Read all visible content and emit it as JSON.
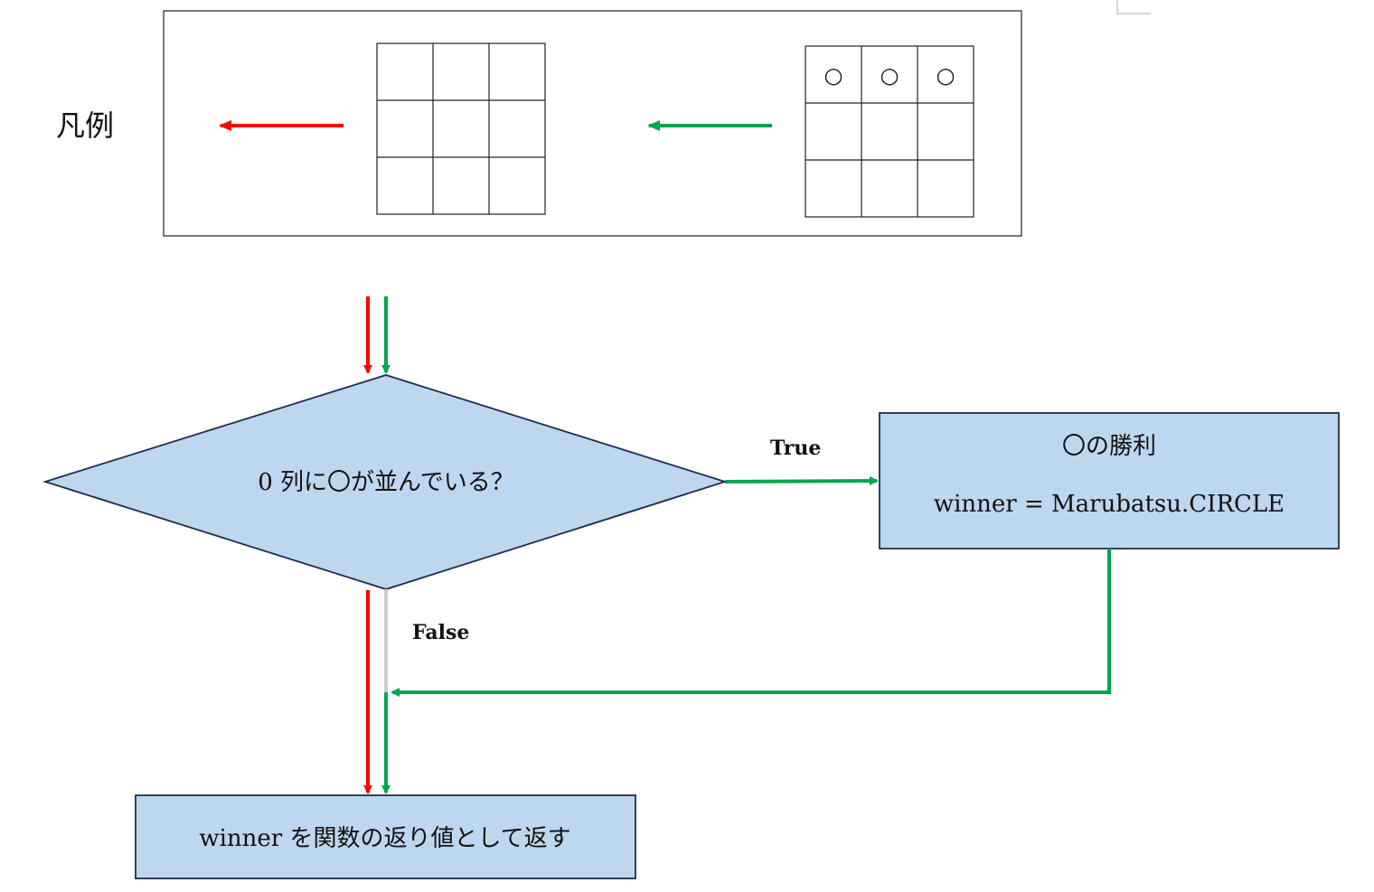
{
  "legend": {
    "title": "凡例",
    "empty_grid": [
      "",
      "",
      "",
      "",
      "",
      "",
      "",
      "",
      ""
    ],
    "circle_grid": [
      "○",
      "○",
      "○",
      "",
      "",
      "",
      "",
      "",
      ""
    ]
  },
  "colors": {
    "red_path": "#ff0000",
    "green_path": "#00a550",
    "gray_line": "#cccccc",
    "node_fill": "#bdd7ee",
    "node_stroke": "#1f2d4d"
  },
  "decision": {
    "text": "0 列に〇が並んでいる？"
  },
  "true_label": "True",
  "false_label": "False",
  "circle_win": {
    "title": "〇の勝利",
    "code": "winner = Marubatsu.CIRCLE"
  },
  "return_box": {
    "text": "winner を関数の返り値として返す"
  }
}
